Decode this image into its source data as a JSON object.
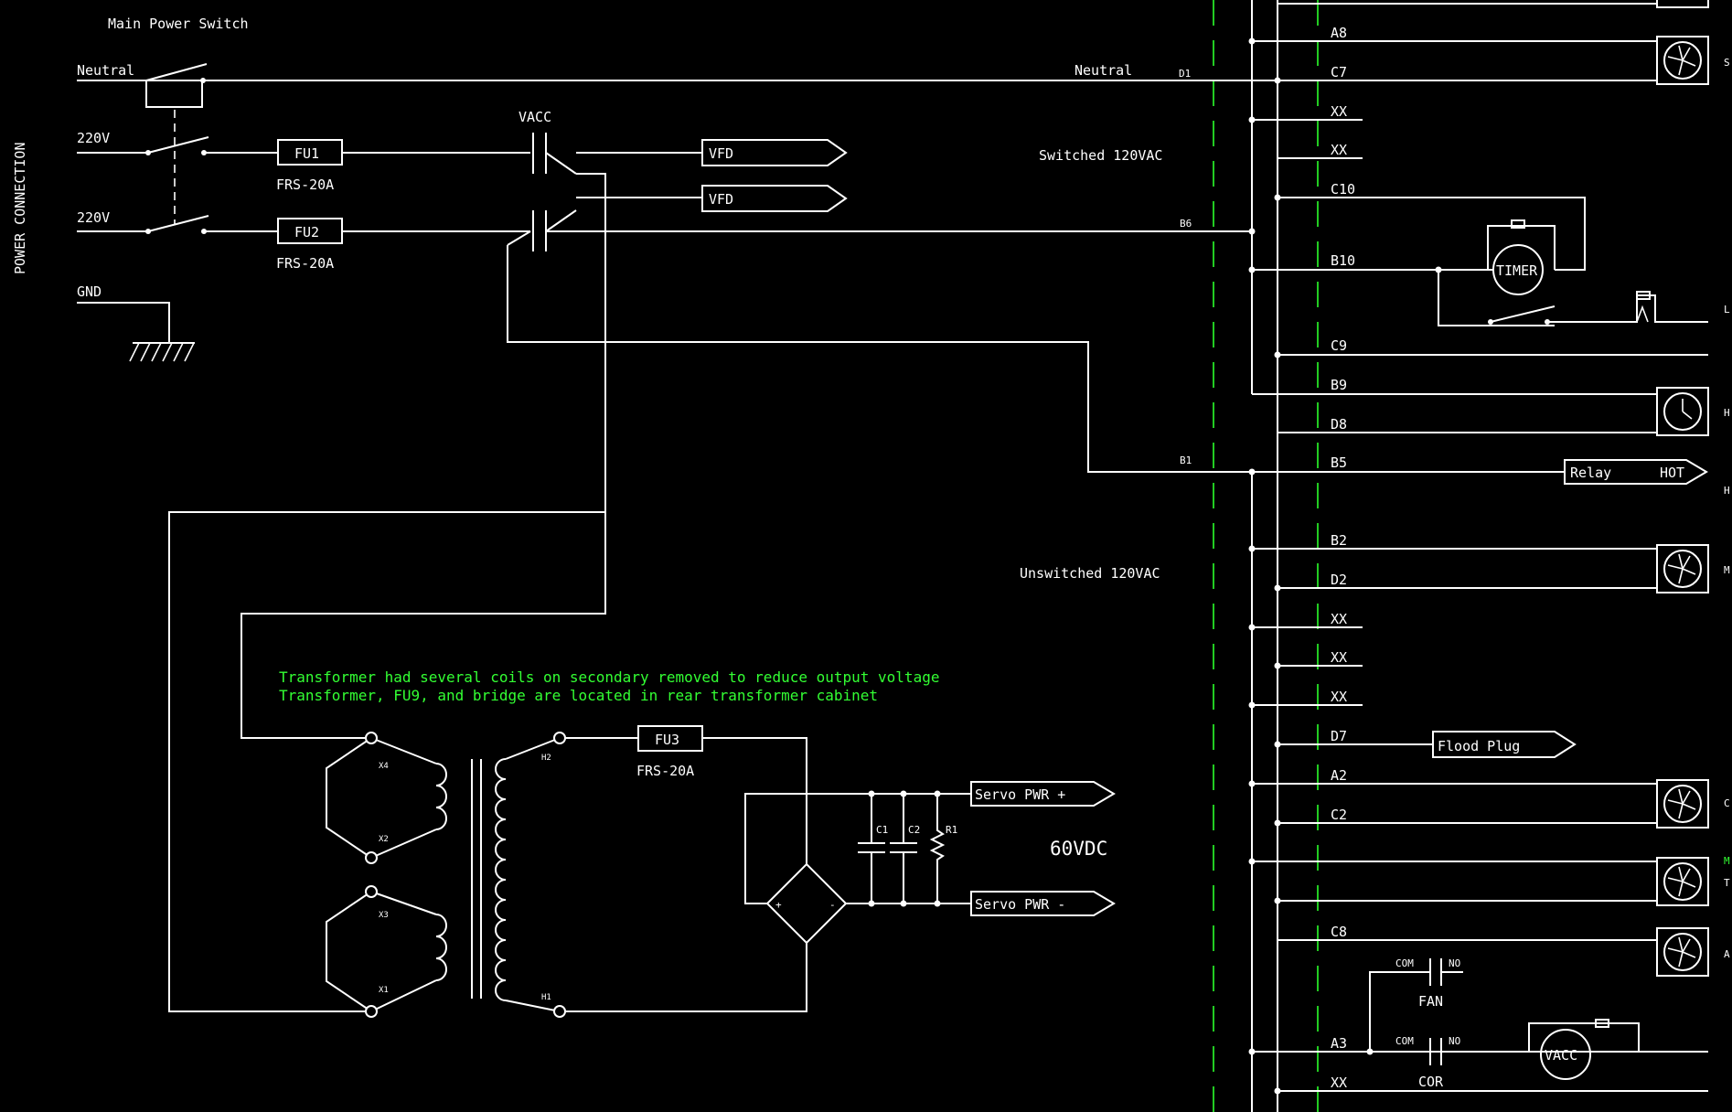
{
  "page_title": "POWER CONNECTION",
  "switch": {
    "title": "Main Power Switch",
    "neutral": "Neutral",
    "line1": "220V",
    "line2": "220V",
    "ground": "GND"
  },
  "fuses": {
    "fu1": "FU1",
    "fu1_rating": "FRS-20A",
    "fu2": "FU2",
    "fu2_rating": "FRS-20A",
    "fu3": "FU3",
    "fu3_rating": "FRS-20A"
  },
  "contactor": {
    "label": "VACC"
  },
  "vfd": {
    "top": "VFD",
    "bottom": "VFD"
  },
  "rail_labels": {
    "neutral": "Neutral",
    "switched": "Switched 120VAC",
    "unswitched": "Unswitched 120VAC"
  },
  "wire_ids": {
    "d1": "D1",
    "b6": "B6",
    "b1": "B1"
  },
  "note": {
    "line1": "Transformer had several coils on secondary removed to reduce output voltage",
    "line2": "Transformer, FU9, and bridge are located in rear transformer cabinet"
  },
  "transformer": {
    "x4": "X4",
    "x2": "X2",
    "x3": "X3",
    "x1": "X1",
    "h2": "H2",
    "h1": "H1"
  },
  "caps": {
    "c1": "C1",
    "c2": "C2",
    "r1": "R1"
  },
  "servo": {
    "plus": "Servo PWR +",
    "minus": "Servo PWR -",
    "voltage": "60VDC"
  },
  "terminals": [
    {
      "label": "A8"
    },
    {
      "label": "C7"
    },
    {
      "label": "XX"
    },
    {
      "label": "XX"
    },
    {
      "label": "C10"
    },
    {
      "label": "B10"
    },
    {
      "label": "C9"
    },
    {
      "label": "B9"
    },
    {
      "label": "D8"
    },
    {
      "label": "B5"
    },
    {
      "label": "B2"
    },
    {
      "label": "D2"
    },
    {
      "label": "XX"
    },
    {
      "label": "XX"
    },
    {
      "label": "XX"
    },
    {
      "label": "D7"
    },
    {
      "label": "A2"
    },
    {
      "label": "C2"
    },
    {
      "label": "C8"
    },
    {
      "label": "A3"
    },
    {
      "label": "XX"
    }
  ],
  "devices": {
    "timer": "TIMER",
    "relay": "Relay",
    "hot": "HOT",
    "flood": "Flood Plug",
    "vacc": "VACC",
    "com1": "COM",
    "no1": "NO",
    "fan": "FAN",
    "com2": "COM",
    "no2": "NO",
    "cor": "COR"
  },
  "edge_letters": [
    "S",
    "L",
    "H",
    "H",
    "M",
    "C",
    "M",
    "T",
    "A"
  ]
}
